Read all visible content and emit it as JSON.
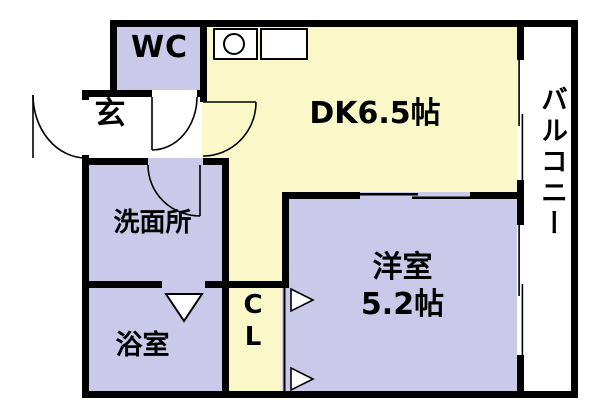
{
  "floorplan": {
    "colors": {
      "yellow": "#FAF7C8",
      "lavender": "#CBC9E9",
      "white": "#FFFFFF",
      "wall": "#000000"
    },
    "rooms": {
      "wc": {
        "label": "WC"
      },
      "entrance": {
        "label": "玄"
      },
      "dining_kitchen": {
        "label": "DK6.5帖"
      },
      "washroom": {
        "label": "洗面所"
      },
      "bathroom": {
        "label": "浴室"
      },
      "closet": {
        "label": "C\nL"
      },
      "western_room": {
        "label": "洋室\n5.2帖"
      },
      "balcony": {
        "label": "バルコニー"
      }
    }
  }
}
